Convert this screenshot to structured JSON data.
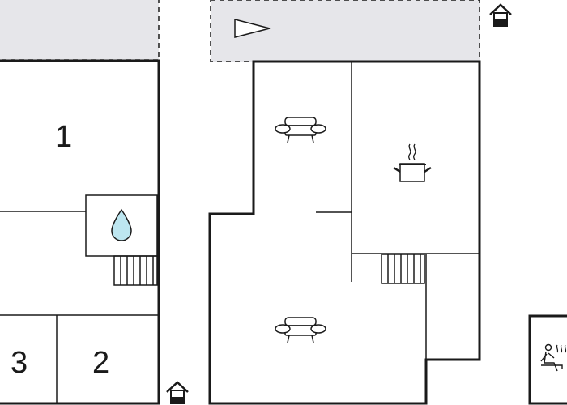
{
  "rooms": {
    "bedroom_1": "1",
    "bedroom_2": "2",
    "bedroom_3": "3"
  },
  "icons": {
    "water": "water-drop-icon",
    "sofa": "sofa-icon",
    "kitchen": "cooking-pot-icon",
    "entrance": "entrance-icon",
    "sauna": "sauna-icon",
    "terrace": "terrace-icon"
  },
  "colors": {
    "wall": "#1a1a1a",
    "terrace_fill": "#e6e6ea",
    "water": "#bde6f0"
  }
}
